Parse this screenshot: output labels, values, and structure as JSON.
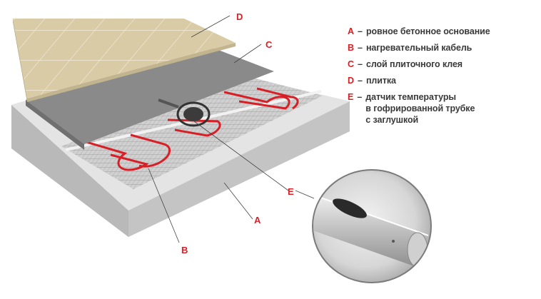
{
  "diagram": {
    "callouts": {
      "a": "A",
      "b": "B",
      "c": "C",
      "d": "D",
      "e": "E"
    },
    "legend": [
      {
        "key": "A",
        "dash": "–",
        "text": "ровное бетонное основание"
      },
      {
        "key": "B",
        "dash": "–",
        "text": "нагревательный кабель"
      },
      {
        "key": "C",
        "dash": "–",
        "text": "слой плиточного клея"
      },
      {
        "key": "D",
        "dash": "–",
        "text": "плитка"
      },
      {
        "key": "E",
        "dash": "–",
        "text": "датчик температуры\nв гофрированной трубке\nс заглушкой"
      }
    ],
    "colors": {
      "cable": "#d81f26",
      "tile": "#d8c9a4",
      "adhesive": "#888888",
      "concrete_top": "#e2e2e2",
      "concrete_side": "#c9c9c9",
      "callout_text": "#d81f26"
    }
  }
}
